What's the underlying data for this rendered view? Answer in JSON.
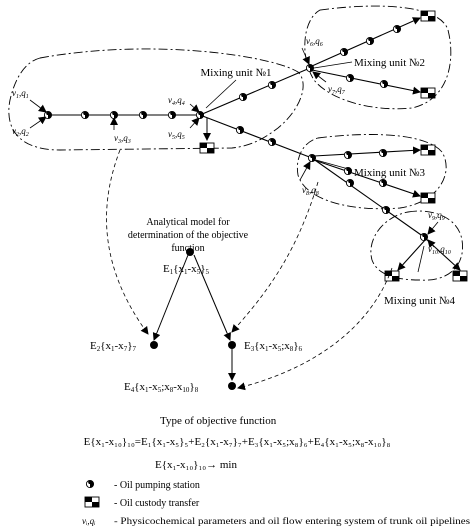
{
  "mixing_units": {
    "mu1": "Mixing unit №1",
    "mu2": "Mixing unit №2",
    "mu3": "Mixing unit №3",
    "mu4": "Mixing unit №4"
  },
  "inputs": {
    "in1": {
      "v": "v",
      "vs": "1",
      "q": "q",
      "qs": "1"
    },
    "in2": {
      "v": "v",
      "vs": "2",
      "q": "q",
      "qs": "2"
    },
    "in3": {
      "v": "v",
      "vs": "3",
      "q": "q",
      "qs": "3"
    },
    "in4": {
      "v": "v",
      "vs": "4",
      "q": "q",
      "qs": "4"
    },
    "in5": {
      "v": "v",
      "vs": "5",
      "q": "q",
      "qs": "5"
    },
    "in6": {
      "v": "v",
      "vs": "6",
      "q": "q",
      "qs": "6"
    },
    "in7": {
      "v": "v",
      "vs": "7",
      "q": "q",
      "qs": "7"
    },
    "in8": {
      "v": "v",
      "vs": "8",
      "q": "q",
      "qs": "8"
    },
    "in9": {
      "v": "v",
      "vs": "9",
      "q": "q",
      "qs": "9"
    },
    "in10": {
      "v": "v",
      "vs": "10",
      "q": "q",
      "qs": "10"
    }
  },
  "model": {
    "title_line1": "Analytical model for",
    "title_line2": "determination of the objective",
    "title_line3": "function",
    "e1": {
      "pre": "E",
      "sub": "1",
      "body": "{x",
      "b1": "1",
      "mid": "-x",
      "b2": "5",
      "end": "}",
      "tail": "5"
    },
    "e2": {
      "pre": "E",
      "sub": "2",
      "body": "{x",
      "b1": "1",
      "mid": "-x",
      "b2": "7",
      "end": "}",
      "tail": "7"
    },
    "e3": {
      "pre": "E",
      "sub": "3",
      "body": "{x",
      "b1": "1",
      "mid": "-x",
      "b2": "5",
      "mid2": ";x",
      "b3": "8",
      "end": "}",
      "tail": "6"
    },
    "e4": {
      "pre": "E",
      "sub": "4",
      "body": "{x",
      "b1": "1",
      "mid": "-x",
      "b2": "5",
      "mid2": ";x",
      "b3": "8",
      "mid3": "-x",
      "b4": "10",
      "end": "}",
      "tail": "8"
    }
  },
  "objective": {
    "heading": "Type of objective function",
    "formula": "E{x₁-x₁₀}₁₀=E₁{x₁-x₅}₅+E₂{x₁-x₇}₇+E₃{x₁-x₅;x₈}₆+E₄{x₁-x₅;x₈-x₁₀}₈",
    "min": "E{x₁-x₁₀}₁₀→ min"
  },
  "legend": {
    "pump": "- Oil pumping station",
    "custody": "- Oil custody transfer",
    "params_symbol": "vᵢ,qᵢ",
    "params": "- Physicochemical parameters and oil flow entering system of trunk oil pipelines"
  },
  "colors": {
    "ink": "#000000",
    "background": "#ffffff"
  },
  "icons": {
    "pump": "pump-station-icon",
    "custody": "custody-transfer-icon"
  }
}
